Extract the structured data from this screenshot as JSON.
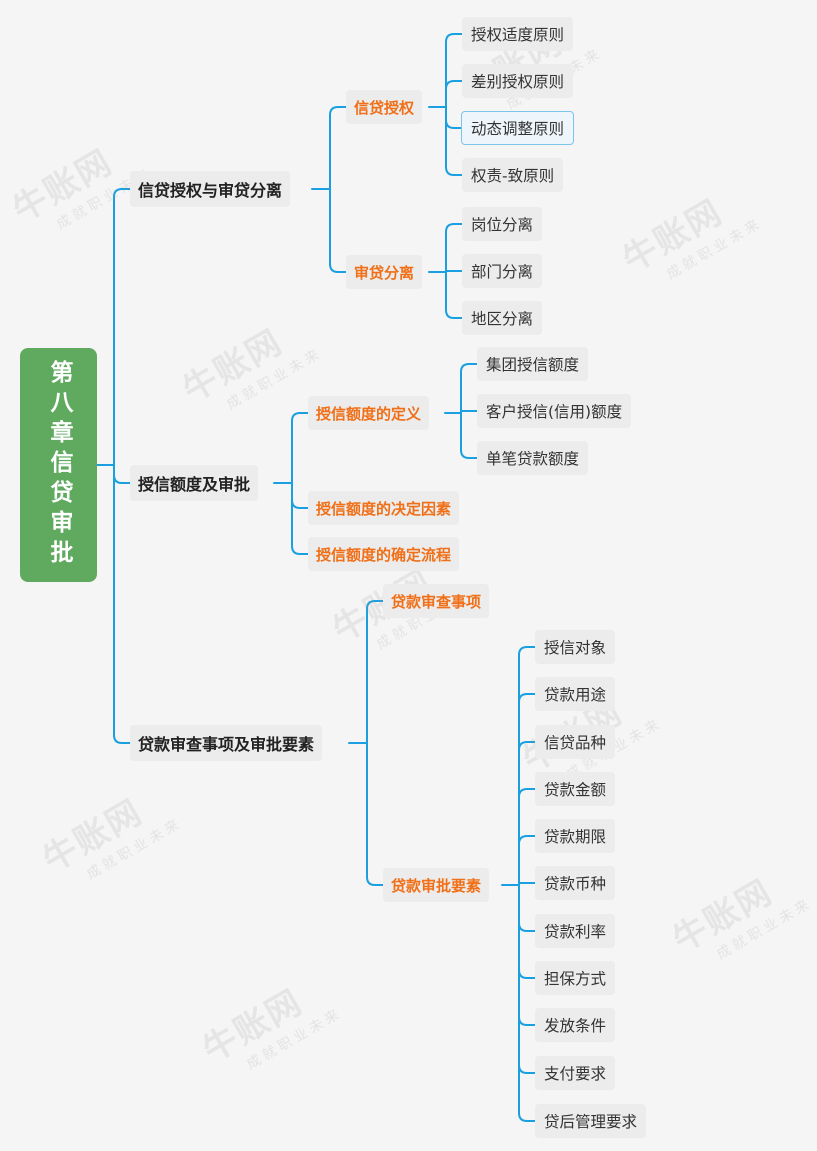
{
  "mindmap": {
    "root": "第八章信贷审批",
    "branches": [
      {
        "label": "信贷授权与审贷分离",
        "children": [
          {
            "label": "信贷授权",
            "items": [
              "授权适度原则",
              "差别授权原则",
              "动态调整原则",
              "权责-致原则"
            ]
          },
          {
            "label": "审贷分离",
            "items": [
              "岗位分离",
              "部门分离",
              "地区分离"
            ]
          }
        ]
      },
      {
        "label": "授信额度及审批",
        "children": [
          {
            "label": "授信额度的定义",
            "items": [
              "集团授信额度",
              "客户授信(信用)额度",
              "单笔贷款额度"
            ]
          },
          {
            "label": "授信额度的决定因素"
          },
          {
            "label": "授信额度的确定流程"
          }
        ]
      },
      {
        "label": "贷款审查事项及审批要素",
        "children": [
          {
            "label": "贷款审查事项"
          },
          {
            "label": "贷款审批要素",
            "items": [
              "授信对象",
              "贷款用途",
              "信贷品种",
              "贷款金额",
              "贷款期限",
              "贷款币种",
              "贷款利率",
              "担保方式",
              "发放条件",
              "支付要求",
              "贷后管理要求"
            ]
          }
        ]
      }
    ]
  },
  "watermark": {
    "brand": "牛账网",
    "slogan": "成就职业未来"
  },
  "colors": {
    "connector": "#1aa0e0",
    "root_bg": "#5faa5f",
    "level2_text": "#f07019"
  }
}
